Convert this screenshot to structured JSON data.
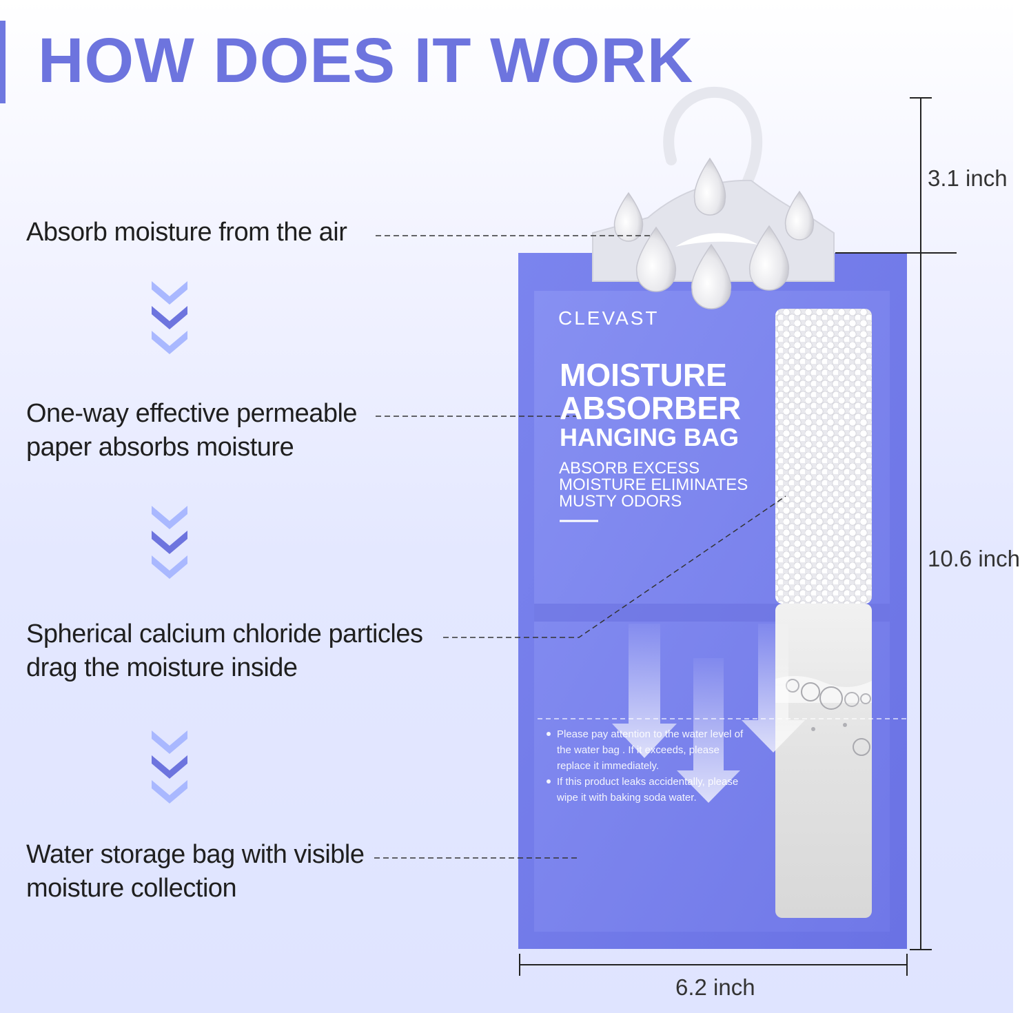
{
  "header": {
    "title": "HOW DOES IT WORK"
  },
  "steps": [
    {
      "lines": [
        "Absorb moisture from the air"
      ]
    },
    {
      "lines": [
        "One-way effective permeable",
        "paper absorbs moisture"
      ]
    },
    {
      "lines": [
        "Spherical calcium chloride particles",
        "drag the moisture inside"
      ]
    },
    {
      "lines": [
        "Water storage bag with visible",
        "moisture collection"
      ]
    }
  ],
  "dimensions": {
    "hook_height": "3.1 inch",
    "total_height": "10.6 inch",
    "width": "6.2 inch"
  },
  "product": {
    "brand": "CLEVAST",
    "title_line1": "MOISTURE",
    "title_line2": "ABSORBER",
    "title_line3": "HANGING BAG",
    "subtitle_line1": "ABSORB EXCESS",
    "subtitle_line2": "MOISTURE ELIMINATES",
    "subtitle_line3": "MUSTY ODORS",
    "notes": [
      {
        "lines": [
          "Please pay attention to the water level of",
          "the water bag . If it exceeds, please",
          "replace it immediately."
        ]
      },
      {
        "lines": [
          "If this product leaks accidentally, please",
          "wipe it with baking soda water."
        ]
      }
    ]
  },
  "colors": {
    "title": "#6d74de",
    "bag": "#7079e8",
    "chevron_light": "#a9b8ff",
    "chevron_dark": "#6d74de"
  }
}
